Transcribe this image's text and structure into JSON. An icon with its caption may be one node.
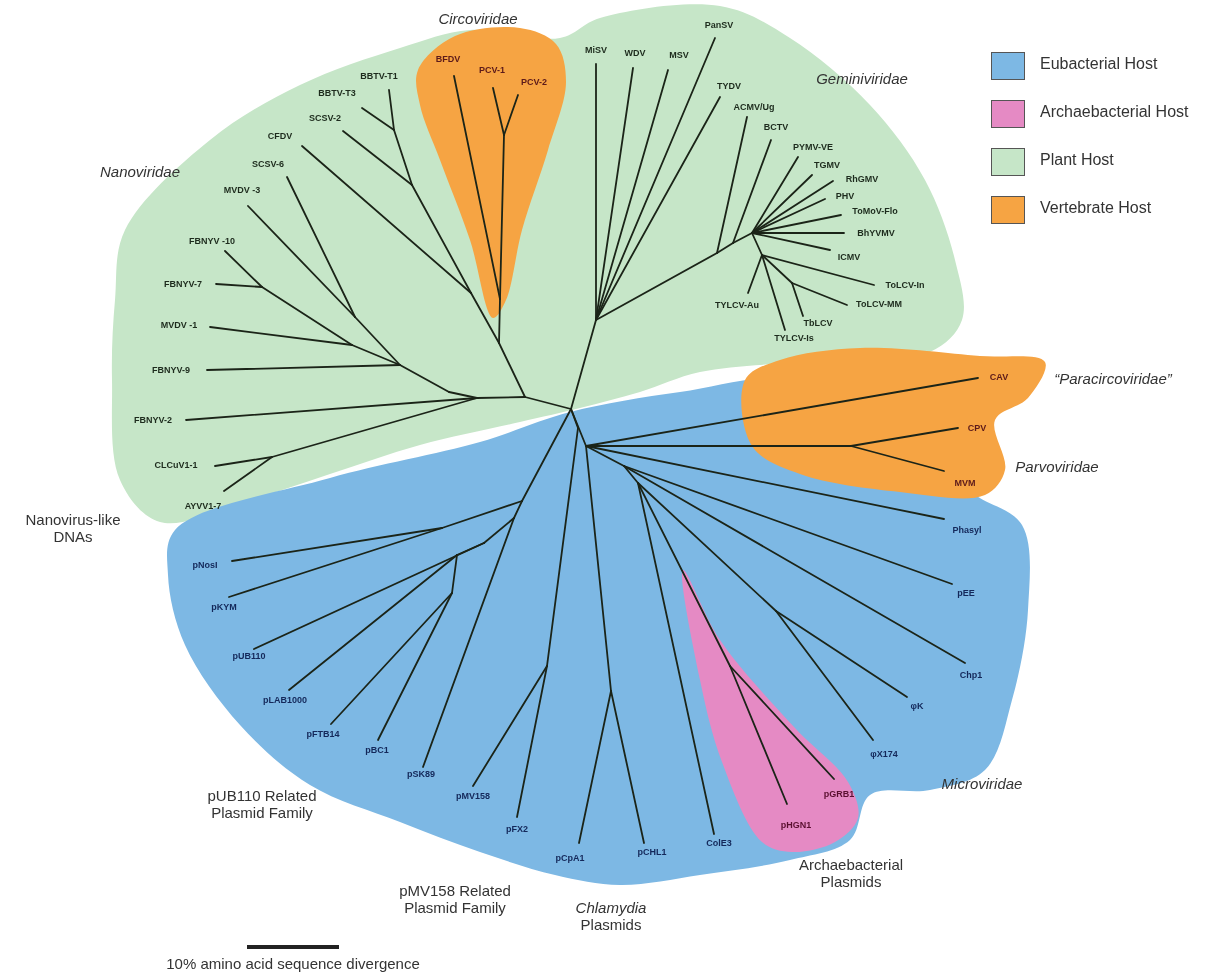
{
  "diagram": {
    "labels": [
      "Circoviridae",
      "PanSV",
      "MiSV",
      "WDV",
      "MSV",
      "BFDV",
      "BBTV-T1",
      "PCV-1",
      "PCV-2",
      "Geminiviridae",
      "TYDV",
      "BBTV-T3",
      "ACMV/Ug",
      "SCSV-2",
      "BCTV",
      "CFDV",
      "PYMV-VE",
      "SCSV-6",
      "TGMV",
      "Nanoviridae",
      "RhGMV",
      "MVDV -3",
      "PHV",
      "ToMoV-Flo",
      "BhYVMV",
      "FBNYV -10",
      "ICMV",
      "FBNYV-7",
      "ToLCV-In",
      "TYLCV-Au",
      "ToLCV-MM",
      "MVDV -1",
      "TbLCV",
      "TYLCV-Is",
      "FBNYV-9",
      "CAV",
      "“Paracircoviridae”",
      "FBNYV-2",
      "CPV",
      "CLCuV1-1",
      "Parvoviridae",
      "MVM",
      "AYVV1-7",
      "Nanovirus-like DNAs",
      "Phasyl",
      "pNosI",
      "pEE",
      "pKYM",
      "pUB110",
      "Chp1",
      "pLAB1000",
      "φK",
      "pFTB14",
      "pBC1",
      "φX174",
      "pSK89",
      "Microviridae",
      "pMV158",
      "pGRB1",
      "pUB110 Related Plasmid Family",
      "pHGN1",
      "pFX2",
      "ColE3",
      "pCHL1",
      "pCpA1",
      "Archaebacterial Plasmids",
      "pMV158 Related Plasmid Family",
      "*Chlamydia* Plasmids",
      "10% amino acid sequence divergence"
    ],
    "legend": [
      {
        "text": "Eubacterial Host",
        "color": "#7db8e4"
      },
      {
        "text": "Archaebacterial Host",
        "color": "#e58ac4"
      },
      {
        "text": "Plant Host",
        "color": "#c6e6c8"
      },
      {
        "text": "Vertebrate Host",
        "color": "#f6a443"
      }
    ]
  }
}
